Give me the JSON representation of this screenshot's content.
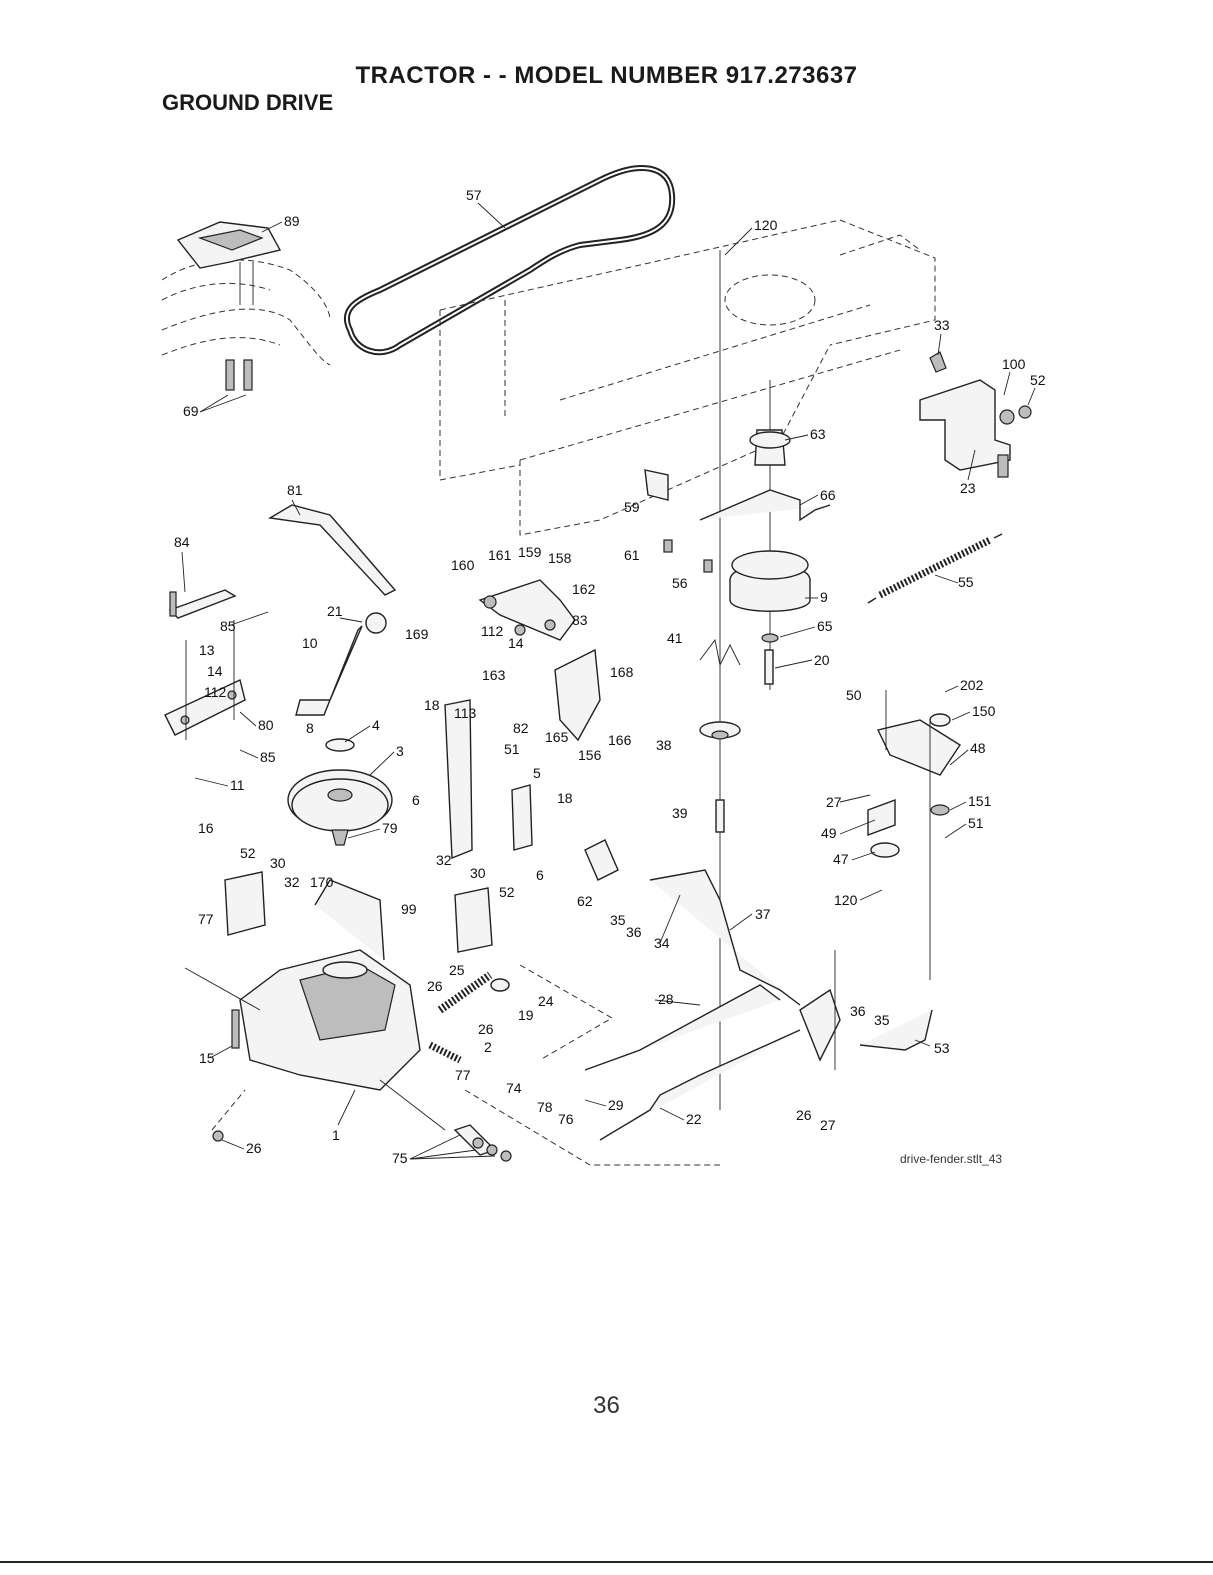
{
  "header": {
    "title": "TRACTOR - - MODEL NUMBER 917.273637",
    "subtitle": "GROUND DRIVE"
  },
  "diagram": {
    "reference": "drive-fender.stlt_43",
    "callouts": [
      "57",
      "89",
      "120",
      "33",
      "100",
      "52",
      "69",
      "63",
      "23",
      "81",
      "66",
      "84",
      "160",
      "161",
      "159",
      "158",
      "59",
      "61",
      "162",
      "56",
      "9",
      "55",
      "85",
      "21",
      "169",
      "112",
      "14",
      "83",
      "41",
      "65",
      "13",
      "10",
      "20",
      "168",
      "163",
      "202",
      "50",
      "150",
      "8",
      "18",
      "113",
      "82",
      "165",
      "166",
      "156",
      "38",
      "48",
      "80",
      "4",
      "51",
      "85",
      "3",
      "27",
      "151",
      "11",
      "5",
      "18",
      "6",
      "39",
      "49",
      "51",
      "16",
      "79",
      "47",
      "52",
      "30",
      "32",
      "6",
      "120",
      "32",
      "170",
      "30",
      "52",
      "62",
      "99",
      "35",
      "36",
      "37",
      "77",
      "34",
      "25",
      "26",
      "24",
      "28",
      "36",
      "35",
      "19",
      "26",
      "2",
      "53",
      "15",
      "77",
      "74",
      "29",
      "78",
      "22",
      "76",
      "26",
      "27",
      "1",
      "26",
      "75"
    ]
  },
  "page_number": "36"
}
